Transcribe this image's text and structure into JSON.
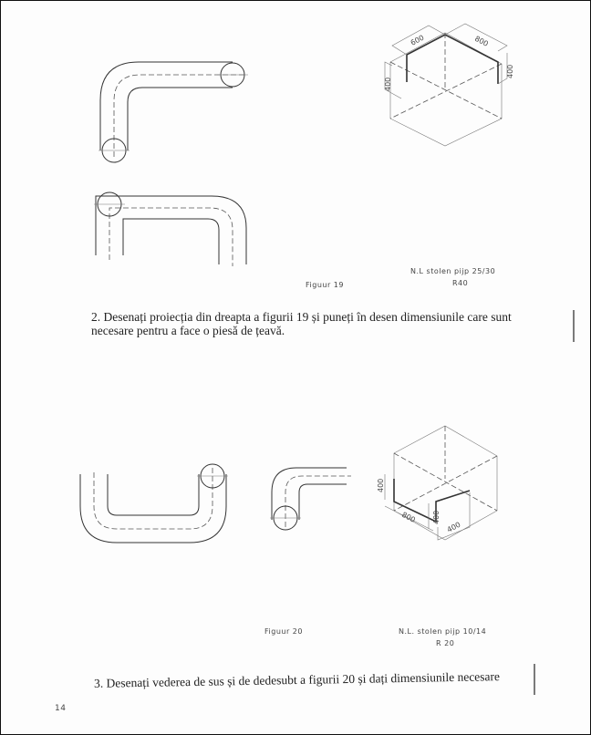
{
  "figure19": {
    "caption": "Figuur 19",
    "spec_line1": "N.L stolen pijp 25/30",
    "spec_line2": "R40",
    "dims": {
      "a": "600",
      "b": "800",
      "c": "400",
      "d": "400"
    }
  },
  "question2": {
    "line1": "2. Desenați proiecția din dreapta a figurii 19 și puneți în desen dimensiunile care sunt",
    "line2": "necesare pentru a face o piesă de țeavă."
  },
  "figure20": {
    "caption": "Figuur 20",
    "spec_line1": "N.L. stolen pijp 10/14",
    "spec_line2": "R 20",
    "dims": {
      "a": "400",
      "b": "800",
      "c": "400",
      "d": "400"
    }
  },
  "question3": {
    "line1": "3. Desenați vederea de sus și de dedesubt a figurii 20 și dați dimensiunile necesare"
  },
  "page_number": "14"
}
